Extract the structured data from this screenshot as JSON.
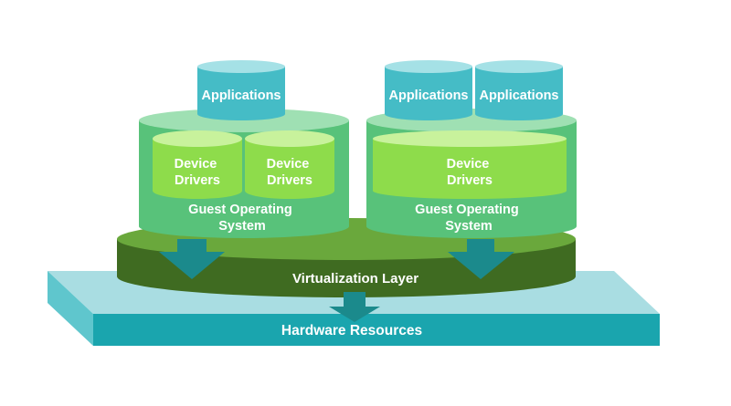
{
  "hardware": {
    "label": "Hardware Resources"
  },
  "virtualization": {
    "label": "Virtualization Layer"
  },
  "vm_left": {
    "applications": [
      "Applications"
    ],
    "device_drivers": [
      {
        "line1": "Device",
        "line2": "Drivers"
      },
      {
        "line1": "Device",
        "line2": "Drivers"
      }
    ],
    "guest_os": {
      "line1": "Guest Operating",
      "line2": "System"
    }
  },
  "vm_right": {
    "applications": [
      "Applications",
      "Applications"
    ],
    "device_drivers": [
      {
        "line1": "Device",
        "line2": "Drivers"
      }
    ],
    "guest_os": {
      "line1": "Guest Operating",
      "line2": "System"
    }
  },
  "colors": {
    "hardware_top": "#a9dde2",
    "hardware_front": "#1aa5ae",
    "hardware_side": "#5fc6cd",
    "virtualization_top": "#6aa83c",
    "virtualization_body": "#3f6b21",
    "guest_os_body": "#58c27a",
    "guest_os_top": "#9fe0b3",
    "driver_body": "#8edc4b",
    "driver_top": "#c8f29c",
    "app_body": "#45bcc6",
    "app_top": "#a5e1e6",
    "arrow": "#1b8a8c"
  }
}
